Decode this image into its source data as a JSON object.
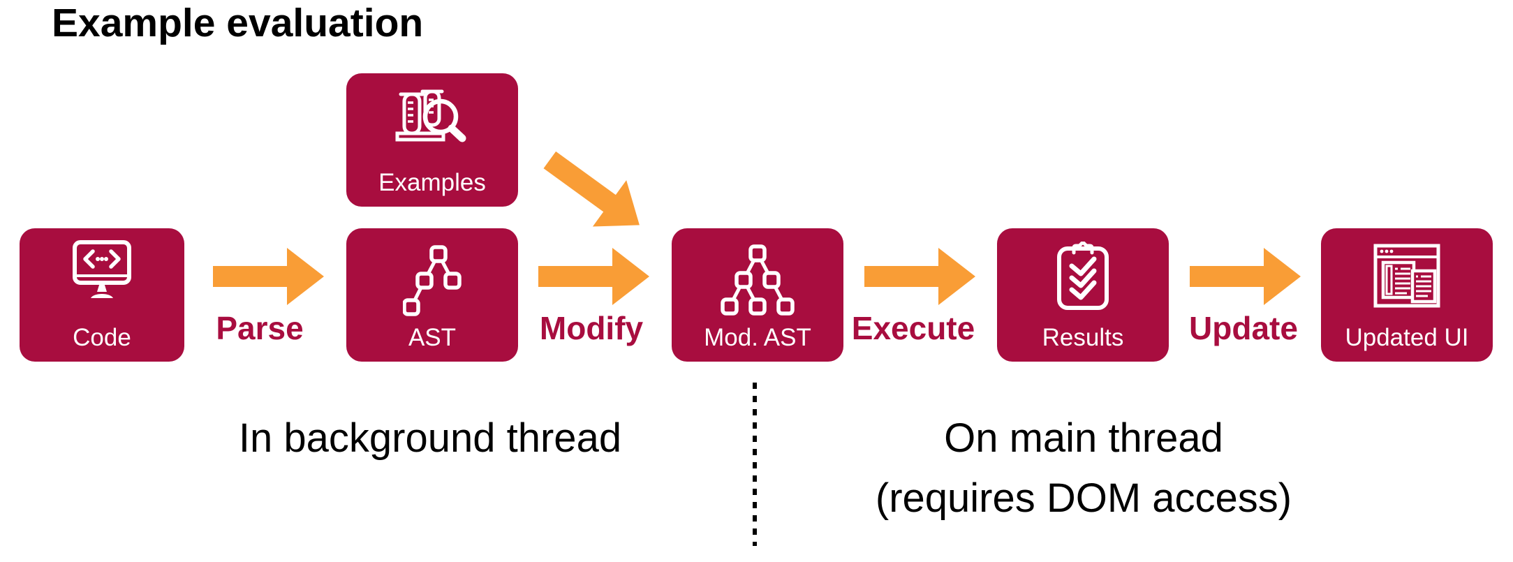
{
  "title": "Example evaluation",
  "colors": {
    "node_crimson": "#A80D3F",
    "arrow_orange": "#F99D36",
    "text_black": "#000000",
    "node_text_white": "#FFFFFF"
  },
  "nodes": [
    {
      "id": "code",
      "label": "Code",
      "icon": "code-monitor-icon"
    },
    {
      "id": "examples",
      "label": "Examples",
      "icon": "test-tubes-magnifier-icon"
    },
    {
      "id": "ast",
      "label": "AST",
      "icon": "syntax-tree-icon"
    },
    {
      "id": "mod_ast",
      "label": "Mod. AST",
      "icon": "expanded-syntax-tree-icon"
    },
    {
      "id": "results",
      "label": "Results",
      "icon": "clipboard-checklist-icon"
    },
    {
      "id": "updated_ui",
      "label": "Updated UI",
      "icon": "browser-window-icon"
    }
  ],
  "arrows": [
    {
      "id": "parse",
      "label": "Parse",
      "from": "code",
      "to": "ast",
      "direction": "right"
    },
    {
      "id": "examples_to_modast",
      "label": "",
      "from": "examples",
      "to": "mod_ast",
      "direction": "down-right"
    },
    {
      "id": "modify",
      "label": "Modify",
      "from": "ast",
      "to": "mod_ast",
      "direction": "right"
    },
    {
      "id": "execute",
      "label": "Execute",
      "from": "mod_ast",
      "to": "results",
      "direction": "right"
    },
    {
      "id": "update",
      "label": "Update",
      "from": "results",
      "to": "updated_ui",
      "direction": "right"
    }
  ],
  "annotations": {
    "background_thread": "In background thread",
    "main_thread_line1": "On main thread",
    "main_thread_line2": "(requires DOM access)"
  }
}
